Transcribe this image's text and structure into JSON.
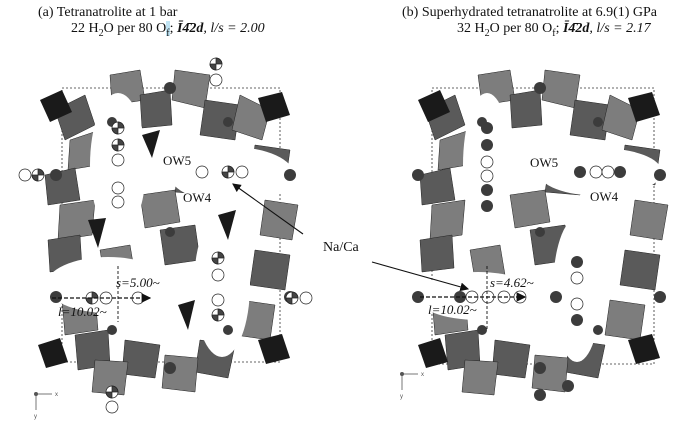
{
  "panel_a": {
    "title_line1": "(a) Tetranatrolite at 1 bar",
    "line2_water_count": "22",
    "line2_water": "H",
    "line2_water_o": "O per 80 O",
    "line2_sub_f": "f",
    "line2_spacegroup": "Ī4̄2d",
    "line2_ratio": ", l/s = 2.00",
    "label_ow5": "OW5",
    "label_ow4": "OW4",
    "dim_s": "s=5.00~",
    "dim_l": "l=10.02~"
  },
  "panel_b": {
    "title_line1": "(b) Superhydrated tetranatrolite at 6.9(1) GPa",
    "line2_water_count": "32",
    "line2_water": "H",
    "line2_water_o": "O per 80 O",
    "line2_sub_f": "f",
    "line2_spacegroup": "Ī4̄2d",
    "line2_ratio": ", l/s = 2.17",
    "label_ow5": "OW5",
    "label_ow4": "OW4",
    "dim_s": "s=4.62~",
    "dim_l": "l=10.02~"
  },
  "shared": {
    "label_na_ca": "Na/Ca",
    "axis_x": "x",
    "axis_y": "y"
  },
  "colors": {
    "tetra_dark": "#5a5a5a",
    "tetra_mid": "#7d7d7d",
    "square_black": "#1a1a1a",
    "atom_dark": "#3c3c3c"
  }
}
